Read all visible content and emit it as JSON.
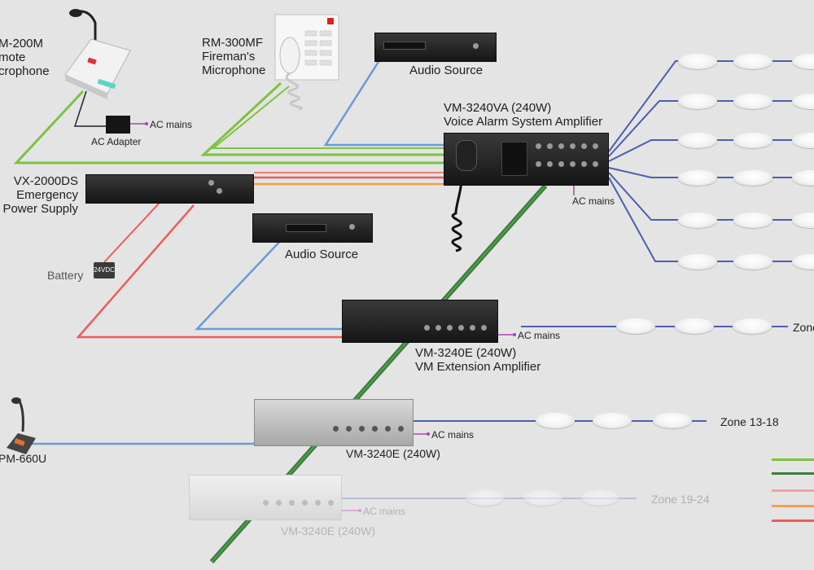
{
  "labels": {
    "rm200m": "M-200M\nmote\ncrophone",
    "ac_adapter": "AC Adapter",
    "rm300mf": "RM-300MF\nFireman's\nMicrophone",
    "audio_source_top": "Audio Source",
    "vm3240va": "VM-3240VA (240W)\nVoice Alarm System Amplifier",
    "vx2000ds": "VX-2000DS\nEmergency\nPower Supply",
    "battery": "Battery",
    "audio_source_mid": "Audio Source",
    "vm3240e_1": "VM-3240E (240W)\nVM Extension Amplifier",
    "vm3240e_2": "VM-3240E (240W)",
    "vm3240e_3": "VM-3240E (240W)",
    "pm660u": "PM-660U",
    "battery_face": "24VDC"
  },
  "ac_mains": {
    "adapter": "AC mains",
    "main_amp": "AC mains",
    "ext1": "AC mains",
    "ext2": "AC mains",
    "ext3": "AC mains"
  },
  "zones": {
    "z1": "Zone",
    "z2": "Zone 13-18",
    "z3": "Zone 19-24"
  },
  "colors": {
    "background": "#e4e4e4",
    "mic_line_light_green": "#7dc242",
    "control_line_dark_green": "#3a7d3a",
    "audio_line_blue": "#6a9bd8",
    "power_line_red": "#f05a5a",
    "power_line_orange": "#f5a04a",
    "speaker_line_navy": "#4a5fb0",
    "ac_mains_magenta": "#b040b0"
  },
  "icons": {
    "speaker": "ceiling-speaker-icon",
    "microphone": "desk-microphone-icon",
    "rack": "rack-unit-icon",
    "battery": "battery-icon"
  }
}
